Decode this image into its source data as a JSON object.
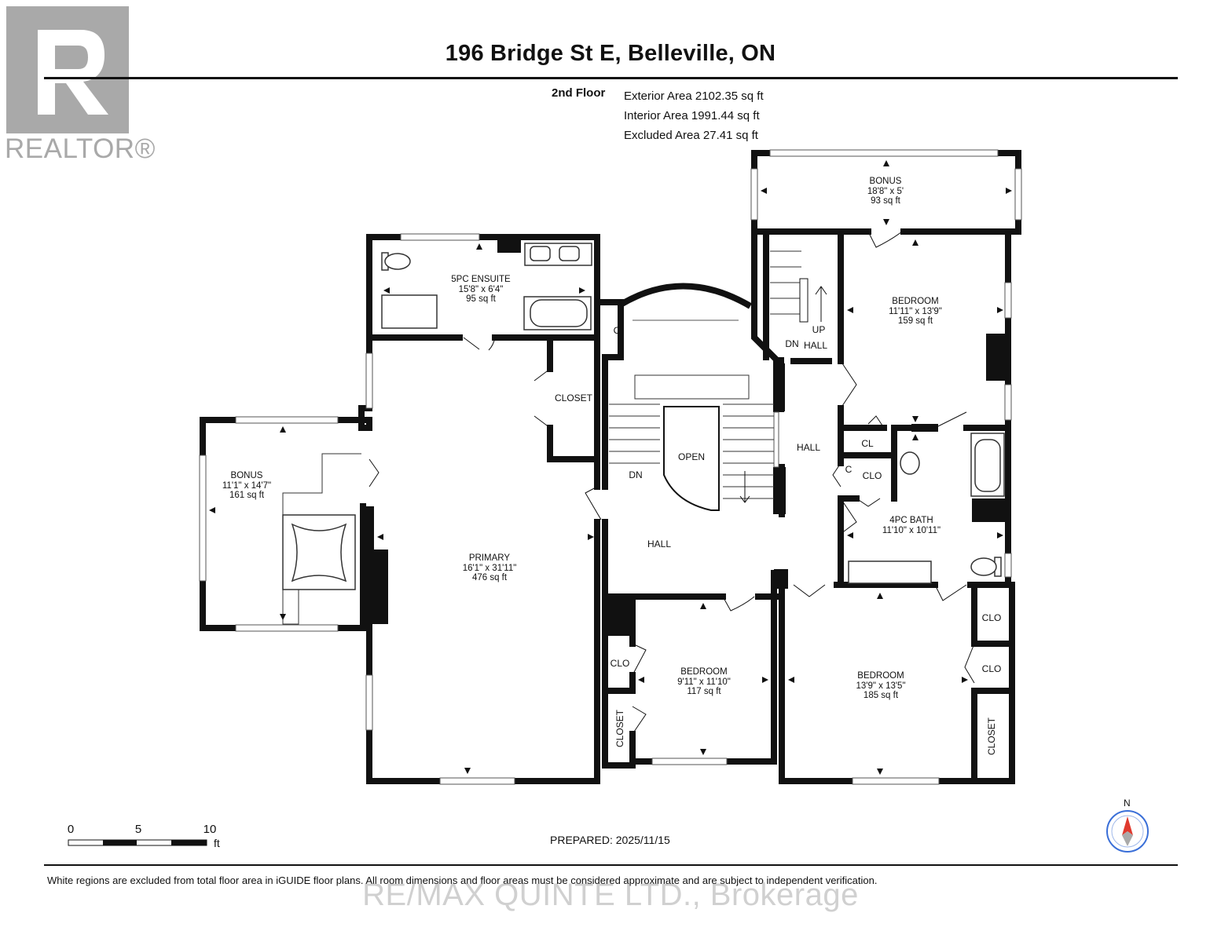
{
  "header": {
    "title": "196 Bridge St E, Belleville, ON"
  },
  "logo": {
    "text": "REALTOR®",
    "letter": "R"
  },
  "floor": {
    "label": "2nd Floor",
    "exterior": "Exterior Area 2102.35 sq ft",
    "interior": "Interior Area 1991.44 sq ft",
    "excluded": "Excluded Area 27.41 sq ft"
  },
  "rooms": {
    "ensuite": {
      "name": "5PC ENSUITE",
      "dims": "15'8\" x 6'4\"",
      "area": "95 sq ft"
    },
    "bonus_top": {
      "name": "BONUS",
      "dims": "18'8\" x 5'",
      "area": "93 sq ft"
    },
    "bedroom_ne": {
      "name": "BEDROOM",
      "dims": "11'11\" x 13'9\"",
      "area": "159 sq ft"
    },
    "bonus_west": {
      "name": "BONUS",
      "dims": "11'1\" x 14'7\"",
      "area": "161 sq ft"
    },
    "primary": {
      "name": "PRIMARY",
      "dims": "16'1\" x 31'11\"",
      "area": "476 sq ft"
    },
    "bath4": {
      "name": "4PC BATH",
      "dims": "11'10\" x 10'11\""
    },
    "bedroom_s": {
      "name": "BEDROOM",
      "dims": "9'11\" x 11'10\"",
      "area": "117 sq ft"
    },
    "bedroom_se": {
      "name": "BEDROOM",
      "dims": "13'9\" x 13'5\"",
      "area": "185 sq ft"
    }
  },
  "labels": {
    "closet_primary": "CLOSET",
    "c_small": "C",
    "open": "OPEN",
    "dn_main": "DN",
    "hall_main": "HALL",
    "hall_mid": "HALL",
    "up": "UP",
    "dn_upper": "DN",
    "hall_upper": "HALL",
    "cl": "CL",
    "c2": "C",
    "clo_mid": "CLO",
    "clo_s1": "CLO",
    "closet_s": "CLOSET",
    "clo_e1": "CLO",
    "clo_e2": "CLO",
    "closet_e": "CLOSET"
  },
  "scale": {
    "ticks": [
      "0",
      "5",
      "10"
    ],
    "unit": "ft"
  },
  "prepared": "PREPARED: 2025/11/15",
  "compass": {
    "north": "N"
  },
  "footer": "White regions are excluded from total floor area in iGUIDE floor plans. All room dimensions and floor areas must be considered approximate and are subject to independent verification.",
  "watermark": "RE/MAX QUINTE LTD., Brokerage"
}
